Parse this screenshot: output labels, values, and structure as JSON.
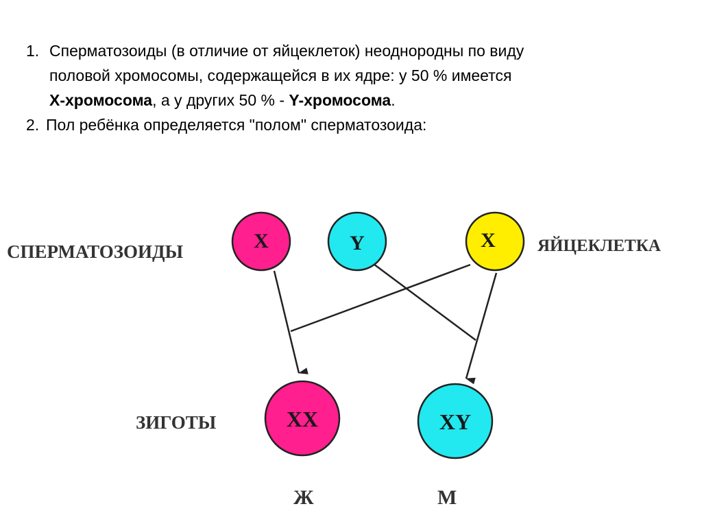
{
  "text": {
    "item1_number": "1.",
    "item1_line1": "Сперматозоиды (в отличие от яйцеклеток) неоднородны по виду",
    "item1_line2": "половой хромосомы, содержащейся в их ядре:   у 50 % имеется",
    "item1_line3_x": "X-хромосома",
    "item1_line3_mid": ", а у других 50 %  - ",
    "item1_line3_y": "Y-хромосома",
    "item1_line3_end": ".",
    "item2_number": "2.",
    "item2_text": "Пол ребёнка определяется \"полом\" сперматозоида:"
  },
  "diagram": {
    "labels": {
      "sperm": "СПЕРМАТОЗОИДЫ",
      "egg": "ЯЙЦЕКЛЕТКА",
      "zygotes": "ЗИГОТЫ",
      "female": "Ж",
      "male": "М"
    },
    "nodes": {
      "sperm_x": "X",
      "sperm_y": "Y",
      "egg_x": "X",
      "zygote_xx": "XX",
      "zygote_xy": "XY"
    },
    "colors": {
      "magenta": "#ff1f8e",
      "cyan": "#22e8f0",
      "yellow": "#ffee00",
      "line": "#222222"
    }
  }
}
